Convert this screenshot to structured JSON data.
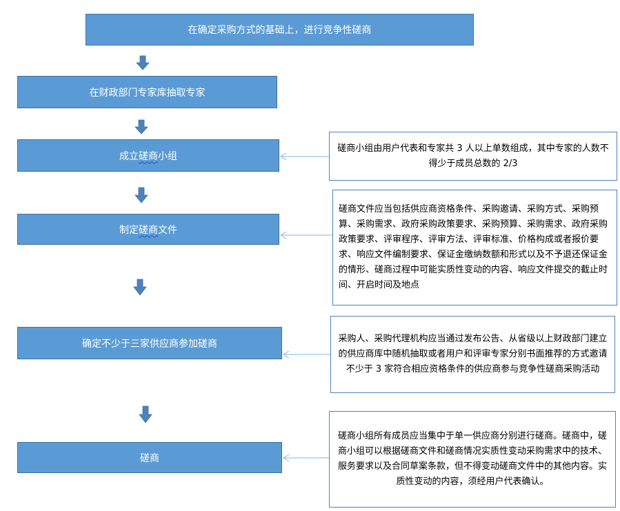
{
  "steps": [
    {
      "id": "step-1",
      "text": "在确定采购方式的基础上，进行竞争性磋商"
    },
    {
      "id": "step-2",
      "text": "在财政部门专家库抽取专家"
    },
    {
      "id": "step-3",
      "pre": "成立",
      "mark": "磋商",
      "post": "小组"
    },
    {
      "id": "step-4",
      "pre": "制定",
      "mark": "磋商",
      "post": "文件"
    },
    {
      "id": "step-5",
      "text": "确定不少于三家供应商参加磋商"
    },
    {
      "id": "step-6",
      "text": "磋商"
    }
  ],
  "notes": [
    {
      "id": "note-1",
      "text": "磋商小组由用户代表和专家共 3 人以上单数组成，其中专家的人数不得少于成员总数的 2/3"
    },
    {
      "id": "note-2",
      "text": "磋商文件应当包括供应商资格条件、采购邀请、采购方式、采购预算、采购需求、政府采购政策要求、采购预算、采购需求、政府采购政策要求、评审程序、评审方法、评审标准、价格构成或者报价要求、响应文件编制要求、保证金缴纳数额和形式以及不予退还保证金的情形、磋商过程中可能实质性变动的内容、响应文件提交的截止时间、开启时间及地点"
    },
    {
      "id": "note-3",
      "text": "采购人、采购代理机构应当通过发布公告、从省级以上财政部门建立的供应商库中随机抽取或者用户和评审专家分别书面推荐的方式邀请不少于 3 家符合相应资格条件的供应商参与竞争性磋商采购活动"
    },
    {
      "id": "note-4",
      "text": "磋商小组所有成员应当集中于单一供应商分别进行磋商。磋商中，磋商小组可以根据磋商文件和磋商情况实质性变动采购需求中的技术、服务要求以及合同草案条款，但不得变动磋商文件中的其他内容。实质性变动的内容，须经用户代表确认。"
    }
  ],
  "colors": {
    "box_fill": "#5b9bd5",
    "box_border": "#41719c",
    "arrow_fill": "#4f81bd",
    "connector": "#9dc3e6"
  }
}
